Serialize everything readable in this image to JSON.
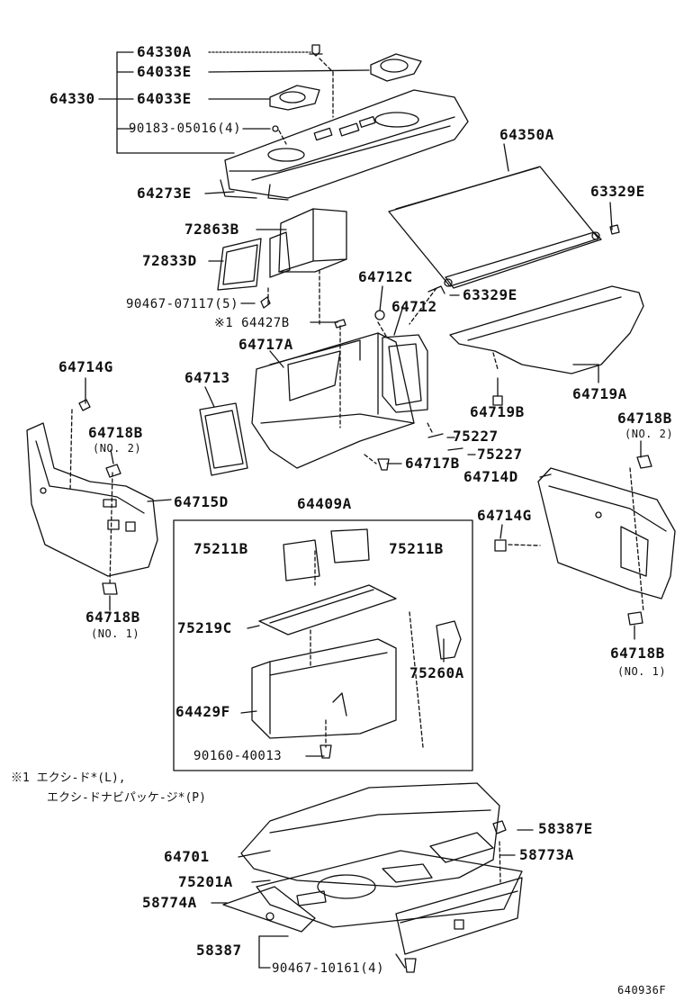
{
  "diagram": {
    "labels": {
      "p64330A": "64330A",
      "p64033E_a": "64033E",
      "p64330": "64330",
      "p64033E_b": "64033E",
      "p90183": "90183-05016(4)",
      "p64350A": "64350A",
      "p64273E": "64273E",
      "p63329E_a": "63329E",
      "p72863B": "72863B",
      "p72833D": "72833D",
      "p90467_07117": "90467-07117(5)",
      "p64712C": "64712C",
      "p64712": "64712",
      "p63329E_b": "63329E",
      "p64427B": "※1 64427B",
      "p64717A": "64717A",
      "p64714G_a": "64714G",
      "p64713": "64713",
      "p64719A": "64719A",
      "p64719B": "64719B",
      "p64718B_a": "64718B",
      "p64718B_a_note": "(NO. 2)",
      "p75227_a": "75227",
      "p75227_b": "75227",
      "p64718B_b": "64718B",
      "p64718B_b_note": "(NO. 2)",
      "p64717B": "64717B",
      "p64714D": "64714D",
      "p64715D": "64715D",
      "p64409A": "64409A",
      "p64714G_b": "64714G",
      "p75211B_a": "75211B",
      "p75211B_b": "75211B",
      "p64718B_c": "64718B",
      "p64718B_c_note": "(NO. 1)",
      "p75219C": "75219C",
      "p75260A": "75260A",
      "p64718B_d": "64718B",
      "p64718B_d_note": "(NO. 1)",
      "p64429F": "64429F",
      "p90160": "90160-40013",
      "note1": "※1  エクシ-ド*(L),",
      "note2": "エクシ-ドナビパッケ-ジ*(P)",
      "p58387E": "58387E",
      "p64701": "64701",
      "p58773A": "58773A",
      "p75201A": "75201A",
      "p58774A": "58774A",
      "p58387": "58387",
      "p90467_10161": "90467-10161(4)",
      "figure_code": "640936F"
    }
  }
}
